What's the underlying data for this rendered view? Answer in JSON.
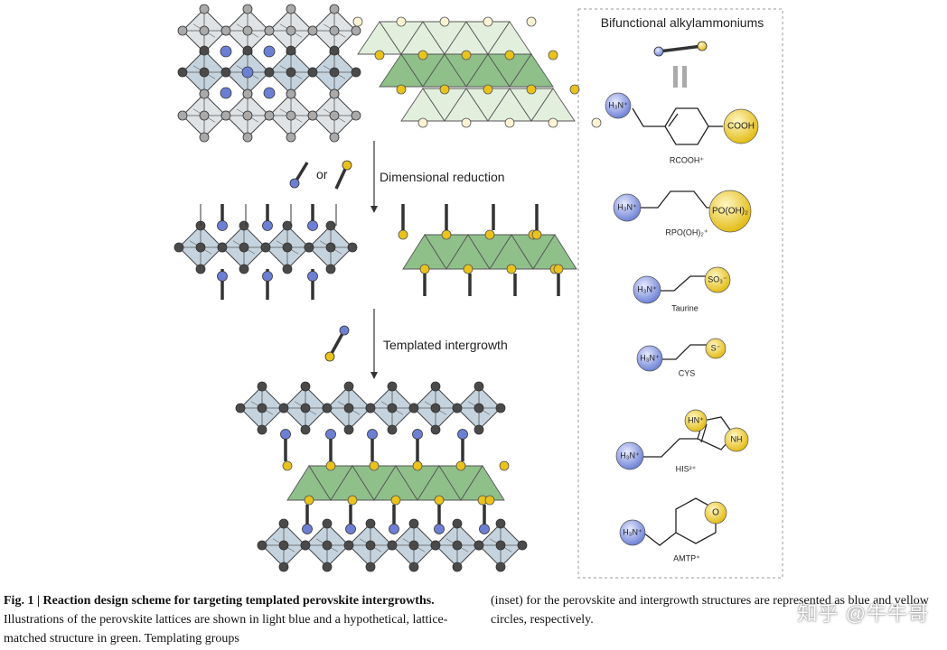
{
  "labels": {
    "or": "or",
    "dimensional_reduction": "Dimensional reduction",
    "templated_intergrowth": "Templated intergrowth"
  },
  "inset": {
    "title": "Bifunctional alkylammoniums",
    "molecules": [
      {
        "name": "RCOOH⁺",
        "amine": "H₃N⁺",
        "group": "COOH"
      },
      {
        "name": "RPO(OH)₂⁺",
        "amine": "H₃N⁺",
        "group": "PO(OH)₂"
      },
      {
        "name": "Taurine",
        "amine": "H₃N⁺",
        "group": "SO₃⁻"
      },
      {
        "name": "CYS",
        "amine": "H₃N⁺",
        "group": "S⁻"
      },
      {
        "name": "HIS²⁺",
        "amine": "H₃N⁺",
        "group": "HN⁺",
        "group2": "NH"
      },
      {
        "name": "AMTP⁺",
        "amine": "H₃N⁺",
        "group": "O"
      }
    ]
  },
  "caption": {
    "fig_label": "Fig. 1 | Reaction design scheme for targeting templated perovskite intergrowths.",
    "text_left": "Illustrations of the perovskite lattices are shown in light blue and a hypothetical, lattice-matched structure in green. Templating groups",
    "text_right": "(inset) for the perovskite and intergrowth structures are represented as blue and yellow circles, respectively."
  },
  "watermark": "知乎 @牛牛哥",
  "colors": {
    "perovskite_fill": "#c4d3de",
    "green_fill": "#8fc08a",
    "light_green_fill": "#e3efdd",
    "blue_circle": "#6c7fd4",
    "yellow_circle": "#e9c21c",
    "dark_atom": "#4a4a4a",
    "light_atom": "#b5b5b5"
  }
}
